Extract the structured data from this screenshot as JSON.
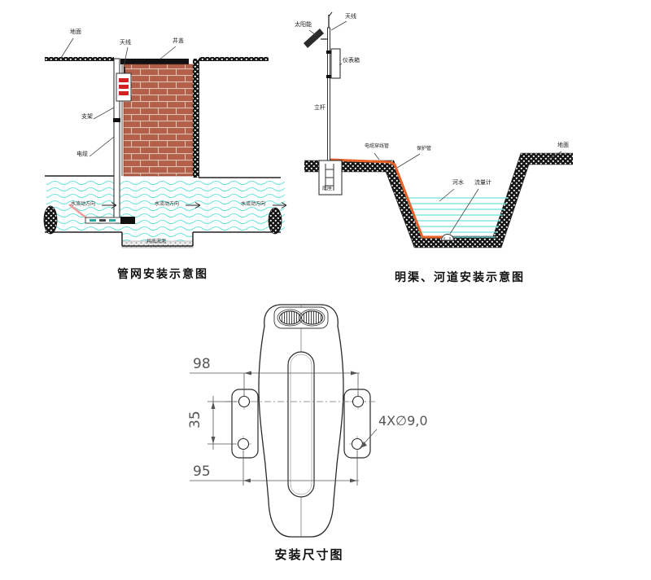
{
  "fig_pipe": {
    "title": "管网安装示意图",
    "labels": {
      "ground": "地面",
      "antenna": "天线",
      "well_cover": "井盖",
      "bracket": "支架",
      "cable": "电缆",
      "flow_direction": "水流动方向",
      "silt": "井底淤泥"
    }
  },
  "fig_channel": {
    "title": "明渠、河道安装示意图",
    "labels": {
      "solar_panel": "太阳能",
      "antenna": "天线",
      "instrument_box": "仪表箱",
      "pole": "立杆",
      "base": "底座",
      "cable_conduit": "电缆穿线管",
      "protection_pipe": "保护管",
      "river_water": "河水",
      "flow_meter": "流量计",
      "ground": "地面"
    }
  },
  "fig_dimensions": {
    "title": "安装尺寸图",
    "dims": {
      "top_hole_spacing": "98",
      "side_hole_spacing": "35",
      "bottom_hole_spacing": "95",
      "holes_note": "4X∅9,0"
    }
  },
  "colors": {
    "brick": "#b2604a",
    "water": "#7ce8de",
    "conduit_orange": "#e8622a",
    "device_text_red": "#d42020"
  }
}
